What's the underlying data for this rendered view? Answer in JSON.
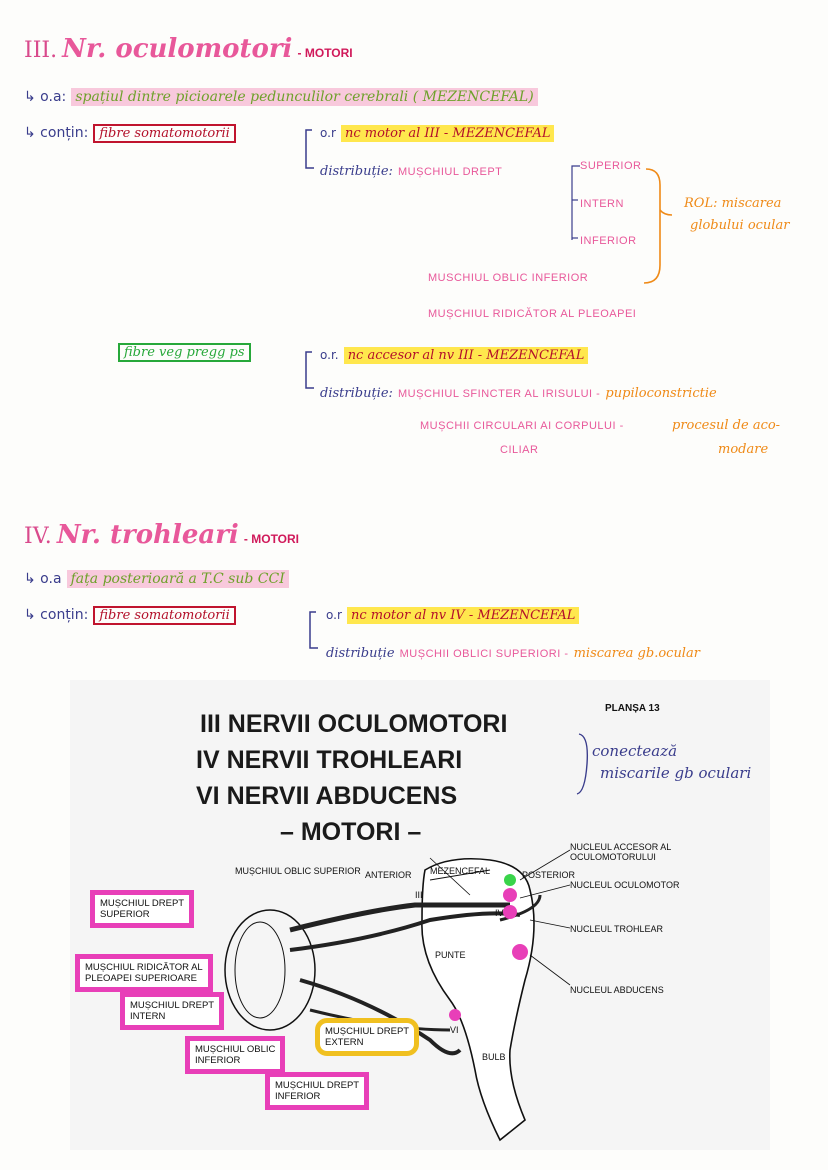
{
  "section3": {
    "roman": "III.",
    "title": "Nr. oculomotori",
    "type": "- MOTORI",
    "oa_prefix": "↳ o.a:",
    "oa_text": "spațiul dintre picioarele pedunculilor cerebrali ( MEZENCEFAL)",
    "contin_label": "↳ conțin:",
    "fibres1": "fibre somatomotorii",
    "or1_prefix": "o.r",
    "or1_text": "nc motor al III - MEZENCEFAL",
    "distrib_label": "distribuție:",
    "muscle_drept": "MUȘCHIUL DREPT",
    "superior": "SUPERIOR",
    "intern": "INTERN",
    "inferior": "INFERIOR",
    "rol_line1": "ROL: miscarea",
    "rol_line2": "globului ocular",
    "muscle_oblic": "MUSCHIUL OBLIC INFERIOR",
    "muscle_ridicator": "MUȘCHIUL RIDICĂTOR AL PLEOAPEI",
    "fibres2": "fibre veg pregg ps",
    "or2_prefix": "o.r.",
    "or2_text": "nc accesor al nv III - MEZENCEFAL",
    "distrib2_label": "distribuție:",
    "muscle_sfincter": "MUȘCHIUL SFINCTER AL IRISULUI -",
    "pupilo": "pupiloconstrictie",
    "muschi_circ1": "MUȘCHII CIRCULARI AI CORPULUI -",
    "muschi_circ2": "CILIAR",
    "proces1": "procesul de aco-",
    "proces2": "modare"
  },
  "section4": {
    "roman": "IV.",
    "title": "Nr. trohleari",
    "type": "- MOTORI",
    "oa_prefix": "↳ o.a",
    "oa_text": "fața posterioară a T.C sub CCI",
    "contin_label": "↳ conțin:",
    "fibres": "fibre somatomotorii",
    "or_prefix": "o.r",
    "or_text": "nc motor al nv IV - MEZENCEFAL",
    "distrib_label": "distribuție",
    "muscle": "MUȘCHII OBLICI SUPERIORI -",
    "function": "miscarea gb.ocular"
  },
  "figure": {
    "plansa": "PLANȘA 13",
    "title1": "III NERVII OCULOMOTORI",
    "title2": "IV NERVII TROHLEARI",
    "title3": "VI NERVII ABDUCENS",
    "title4": "– MOTORI –",
    "note1": "conectează",
    "note2": "miscarile gb oculari",
    "labels": {
      "oblic_sup": "MUȘCHIUL OBLIC\nSUPERIOR",
      "anterior": "ANTERIOR",
      "mezencefal": "MEZENCEFAL",
      "posterior": "POSTERIOR",
      "nucleul_accesor": "NUCLEUL ACCESOR AL\nOCULOMOTORULUI",
      "nucleul_oculomotor": "NUCLEUL OCULOMOTOR",
      "nucleul_trohlear": "NUCLEUL TROHLEAR",
      "nucleul_abducens": "NUCLEUL ABDUCENS",
      "punte": "PUNTE",
      "bulb": "BULB",
      "drept_sup": "MUȘCHIUL DREPT\nSUPERIOR",
      "ridicator": "MUȘCHIUL RIDICĂTOR AL\nPLEOAPEI SUPERIOARE",
      "drept_intern": "MUȘCHIUL DREPT\nINTERN",
      "oblic_inf": "MUȘCHIUL OBLIC\nINFERIOR",
      "drept_ext": "MUȘCHIUL DREPT\nEXTERN",
      "drept_inf": "MUȘCHIUL DREPT\nINFERIOR",
      "n3": "III",
      "n4": "IV",
      "n6": "VI"
    }
  }
}
